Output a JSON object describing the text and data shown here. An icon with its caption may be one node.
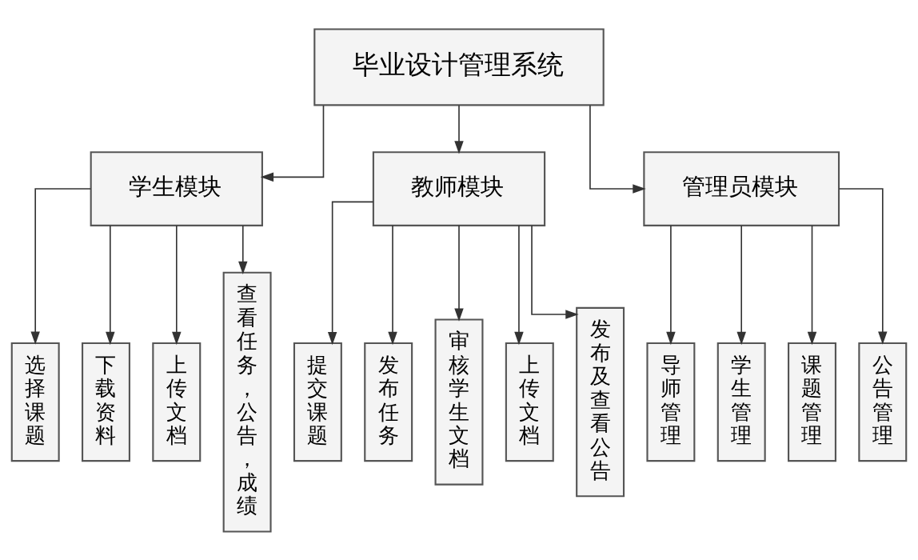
{
  "diagram": {
    "nodes": [
      {
        "text": [
          "毕业设计管理系统"
        ]
      },
      {
        "text": [
          "学生模块"
        ]
      },
      {
        "text": [
          "教师模块"
        ]
      },
      {
        "text": [
          "管理员模块"
        ]
      },
      {
        "text": [
          "选择课题"
        ]
      },
      {
        "text": [
          "下载资料"
        ]
      },
      {
        "text": [
          "上传文档"
        ]
      },
      {
        "text": [
          "查看任务，公告，成绩"
        ]
      },
      {
        "text": [
          "提交课题"
        ]
      },
      {
        "text": [
          "发布任务"
        ]
      },
      {
        "text": [
          "审核学生文档"
        ]
      },
      {
        "text": [
          "上传文档"
        ]
      },
      {
        "text": [
          "发布及查看公告"
        ]
      },
      {
        "text": [
          "导师管理"
        ]
      },
      {
        "text": [
          "学生管理"
        ]
      },
      {
        "text": [
          "课题管理"
        ]
      },
      {
        "text": [
          "公告管理"
        ]
      }
    ],
    "edges": [
      {
        "from": 0,
        "to": 1,
        "arrow": "to"
      },
      {
        "from": 0,
        "to": 2,
        "arrow": "to"
      },
      {
        "from": 0,
        "to": 3,
        "arrow": "to"
      },
      {
        "from": 1,
        "to": 4,
        "arrow": "to"
      },
      {
        "from": 1,
        "to": 5,
        "arrow": "to"
      },
      {
        "from": 1,
        "to": 6,
        "arrow": "to"
      },
      {
        "from": 1,
        "to": 7,
        "arrow": "to"
      },
      {
        "from": 2,
        "to": 8,
        "arrow": "to"
      },
      {
        "from": 2,
        "to": 9,
        "arrow": "to"
      },
      {
        "from": 2,
        "to": 10,
        "arrow": "to"
      },
      {
        "from": 2,
        "to": 11,
        "arrow": "to"
      },
      {
        "from": 2,
        "to": 12,
        "arrow": "to"
      },
      {
        "from": 3,
        "to": 13,
        "arrow": "to"
      },
      {
        "from": 3,
        "to": 14,
        "arrow": "to"
      },
      {
        "from": 3,
        "to": 15,
        "arrow": "to"
      },
      {
        "from": 3,
        "to": 16,
        "arrow": "to"
      }
    ]
  }
}
